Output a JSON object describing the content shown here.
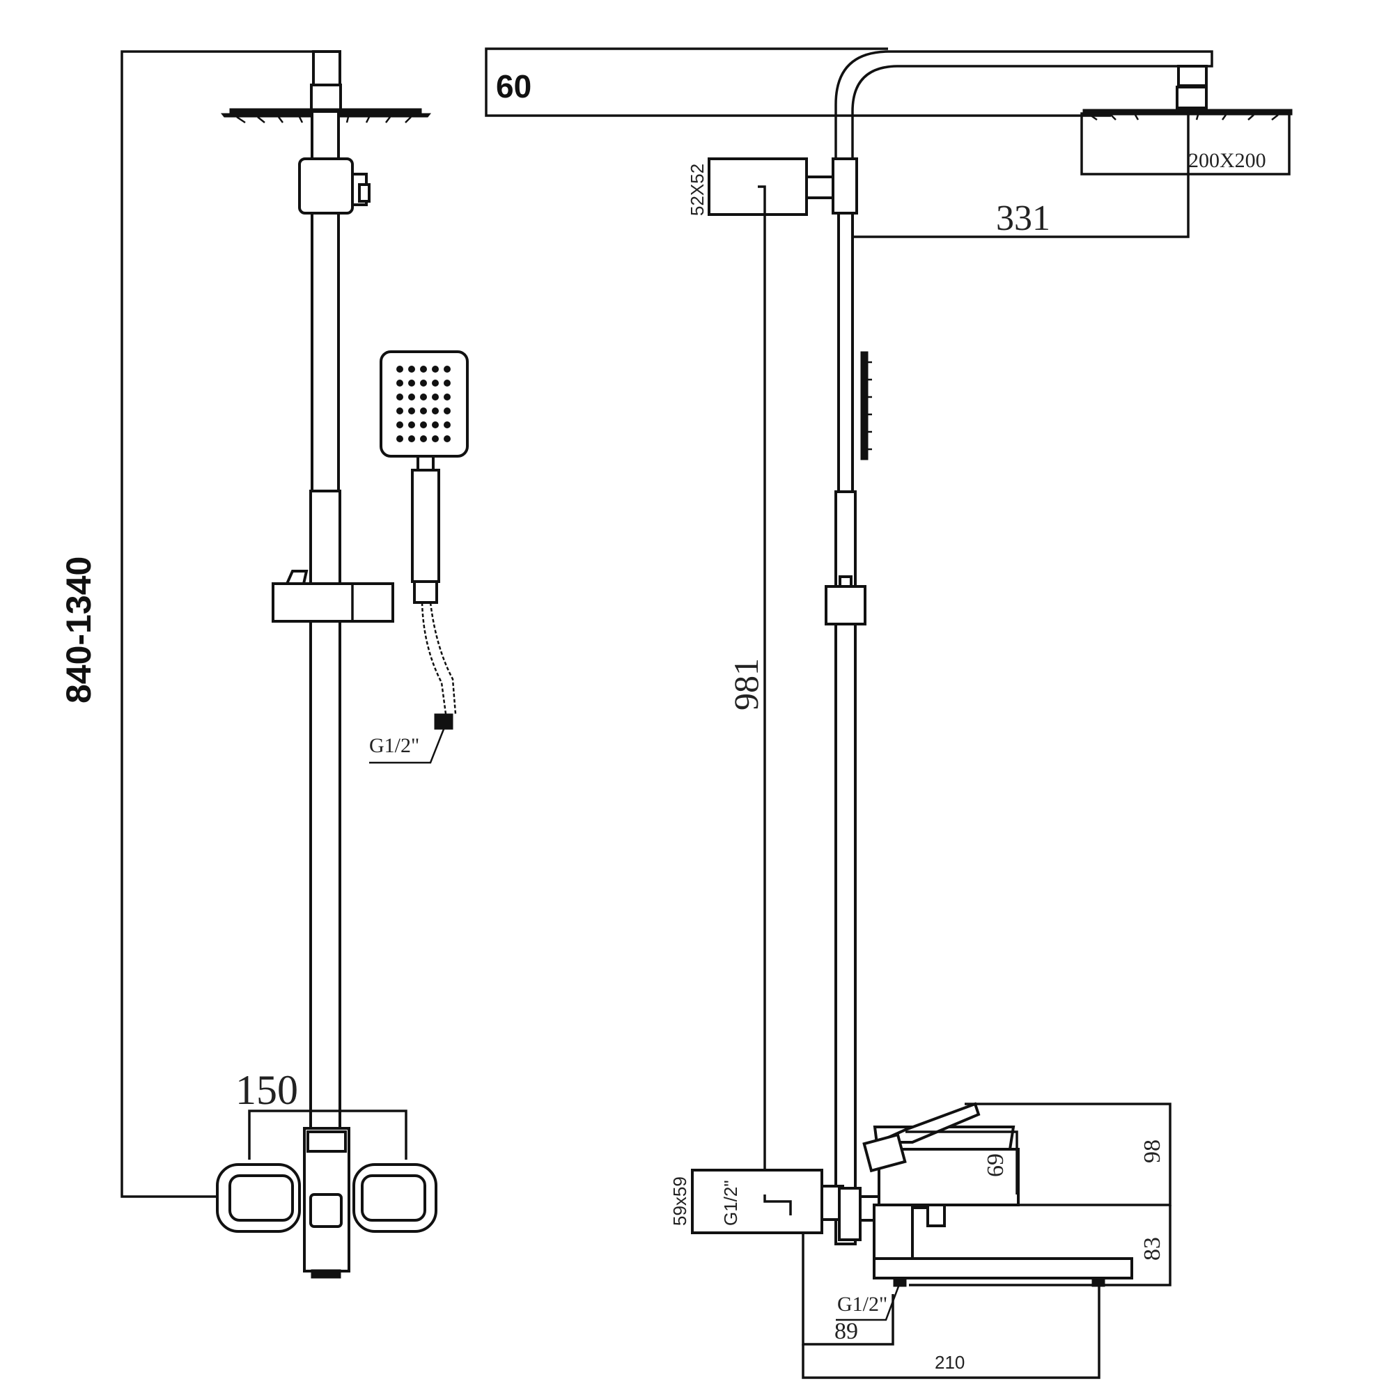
{
  "drawing": {
    "front_view": {
      "total_height": "840-1340",
      "mixer_width": "150",
      "hose_thread": "G1/2\""
    },
    "side_view": {
      "head_drop": "60",
      "head_size": "200X200",
      "arm_reach": "331",
      "diverter_size": "52X52",
      "riser_length": "981",
      "mixer_body_size": "59x59",
      "inlet_thread_top": "G1/2\"",
      "inlet_thread_bottom": "G1/2\"",
      "spout_height": "69",
      "mixer_total_height": "98",
      "spout_base_height": "83",
      "inlet_offset": "89",
      "spout_reach": "210"
    }
  }
}
